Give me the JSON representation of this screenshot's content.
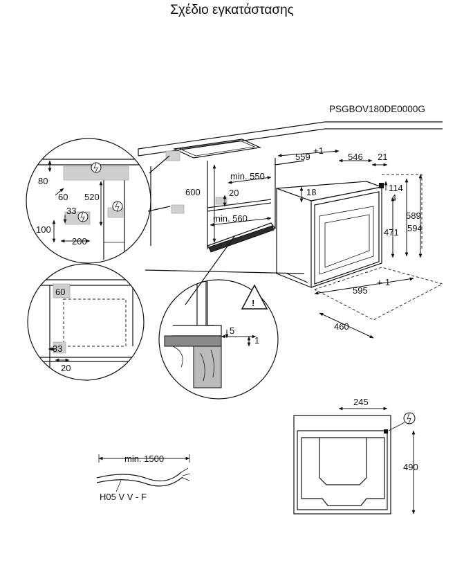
{
  "title": "Σχέδιο εγκατάστασης",
  "model": "PSGBOV180DE0000G",
  "dimensions": {
    "d559": "559",
    "d559_tol": "+1",
    "d546": "546",
    "d21": "21",
    "d114": "114",
    "d4": "4",
    "d18": "18",
    "d589": "589",
    "d594": "594",
    "d471": "471",
    "d595": "595",
    "d595_tol": "+-1",
    "d460": "460",
    "min550": "min. 550",
    "min560": "min. 560",
    "d600": "600",
    "d20": "20",
    "d80": "80",
    "d60": "60",
    "d520": "520",
    "d33": "33",
    "d100": "100",
    "d200": "200",
    "d5": "5",
    "d1": "1",
    "d245": "245",
    "d490": "490"
  },
  "cable": {
    "length": "min. 1500",
    "type": "H05 V V - F"
  },
  "icons": [
    "plug-warning-icon",
    "warning-triangle-icon"
  ]
}
